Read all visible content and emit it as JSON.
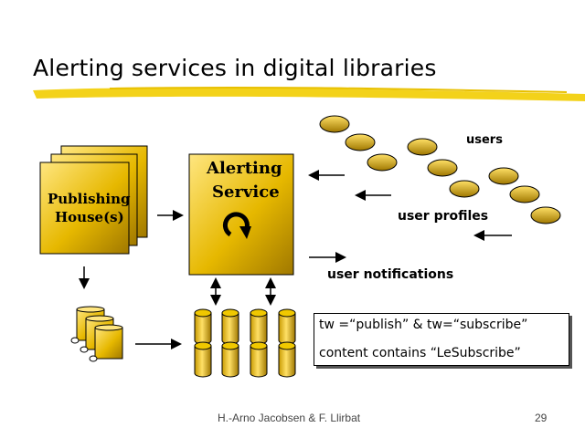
{
  "slide": {
    "title": "Alerting services in digital libraries",
    "publisher_line1": "Publishing",
    "publisher_line2": "House(s)",
    "service_line1": "Alerting",
    "service_line2": "Service",
    "users_label": "users",
    "profiles_label": "user profiles",
    "notifications_label": "user notifications",
    "rule_line1": "tw =“publish” & tw=“subscribe”",
    "rule_line2": "content contains “LeSubscribe”",
    "footer_author": "H.-Arno Jacobsen & F. Llirbat",
    "page_number": "29"
  },
  "colors": {
    "gold_light": "#FFE680",
    "gold": "#E6B800",
    "gold_dark": "#A07800",
    "highlight": "#F3D21A",
    "text": "#000000"
  }
}
